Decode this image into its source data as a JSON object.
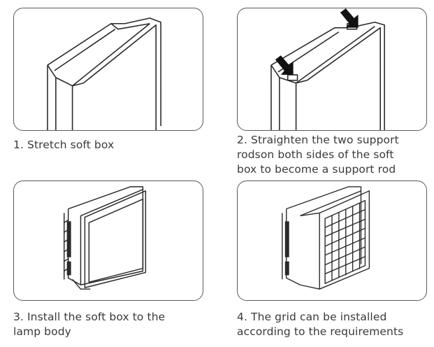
{
  "steps": [
    {
      "lines": [
        "1. Stretch soft box"
      ]
    },
    {
      "lines": [
        "2. Straighten the two support",
        "rodson both sides of the soft",
        "box to become a support rod"
      ]
    },
    {
      "lines": [
        "3. Install the soft box to the",
        "lamp body"
      ]
    },
    {
      "lines": [
        "4. The grid can be installed",
        "according to the requirements"
      ]
    }
  ],
  "colors": {
    "stroke": "#2a2a2a",
    "border": "#5a5a5a",
    "text": "#3a3a3a",
    "arrow": "#111111"
  },
  "icons": [
    "soft-box-illustration",
    "arrow-icon",
    "soft-box-on-lamp-illustration",
    "honeycomb-grid-illustration"
  ]
}
